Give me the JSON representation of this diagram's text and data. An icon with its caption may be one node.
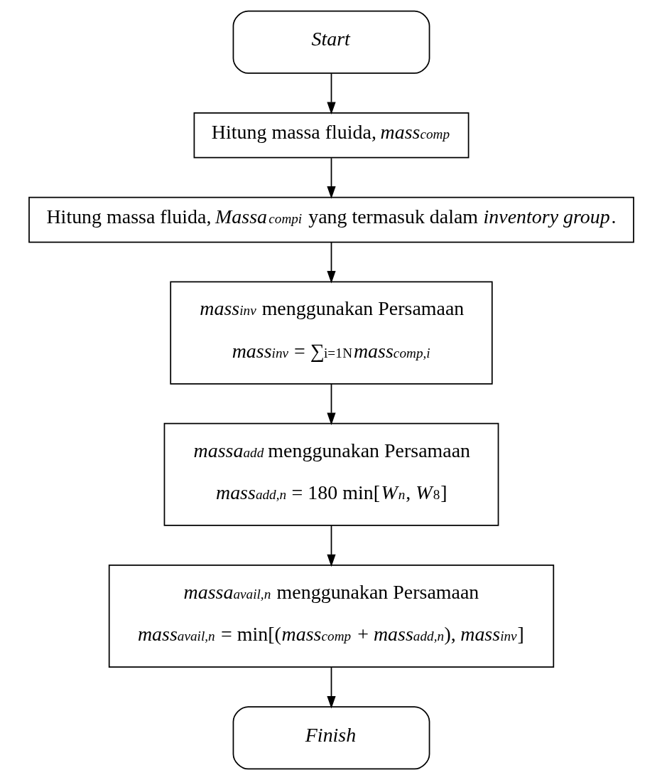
{
  "diagram": {
    "nodes": [
      {
        "text": [
          "*Start*"
        ]
      },
      {
        "text": [
          "Hitung massa fluida, *mass$_{comp}$*"
        ]
      },
      {
        "text": [
          "Hitung massa fluida, *Massa$_{compi}$* yang termasuk dalam *inventory group*."
        ]
      },
      {
        "text": [
          "*mass$_{inv}$* menggunakan Persamaan",
          "*mass$_{inv}$* = ∑$_{i=1}$$^{N}$*mass$_{comp,i}$*"
        ]
      },
      {
        "text": [
          "*massa$_{add}$* menggunakan Persamaan",
          "*mass$_{add,n}$* = 180 min[*W$_{n}$*, *W*$_{8}$]"
        ]
      },
      {
        "text": [
          "*massa$_{avail,n}$* menggunakan Persamaan",
          "*mass$_{avail,n}$* = min[(*mass$_{comp}$* + *mass$_{add,n}$*), *mass$_{inv}$*]"
        ]
      },
      {
        "text": [
          "*Finish*"
        ]
      }
    ],
    "edges": [
      {
        "from": 0,
        "to": 1,
        "arrow": "to"
      },
      {
        "from": 1,
        "to": 2,
        "arrow": "to"
      },
      {
        "from": 2,
        "to": 3,
        "arrow": "to"
      },
      {
        "from": 3,
        "to": 4,
        "arrow": "to"
      },
      {
        "from": 4,
        "to": 5,
        "arrow": "to"
      },
      {
        "from": 5,
        "to": 6,
        "arrow": "to"
      }
    ]
  }
}
